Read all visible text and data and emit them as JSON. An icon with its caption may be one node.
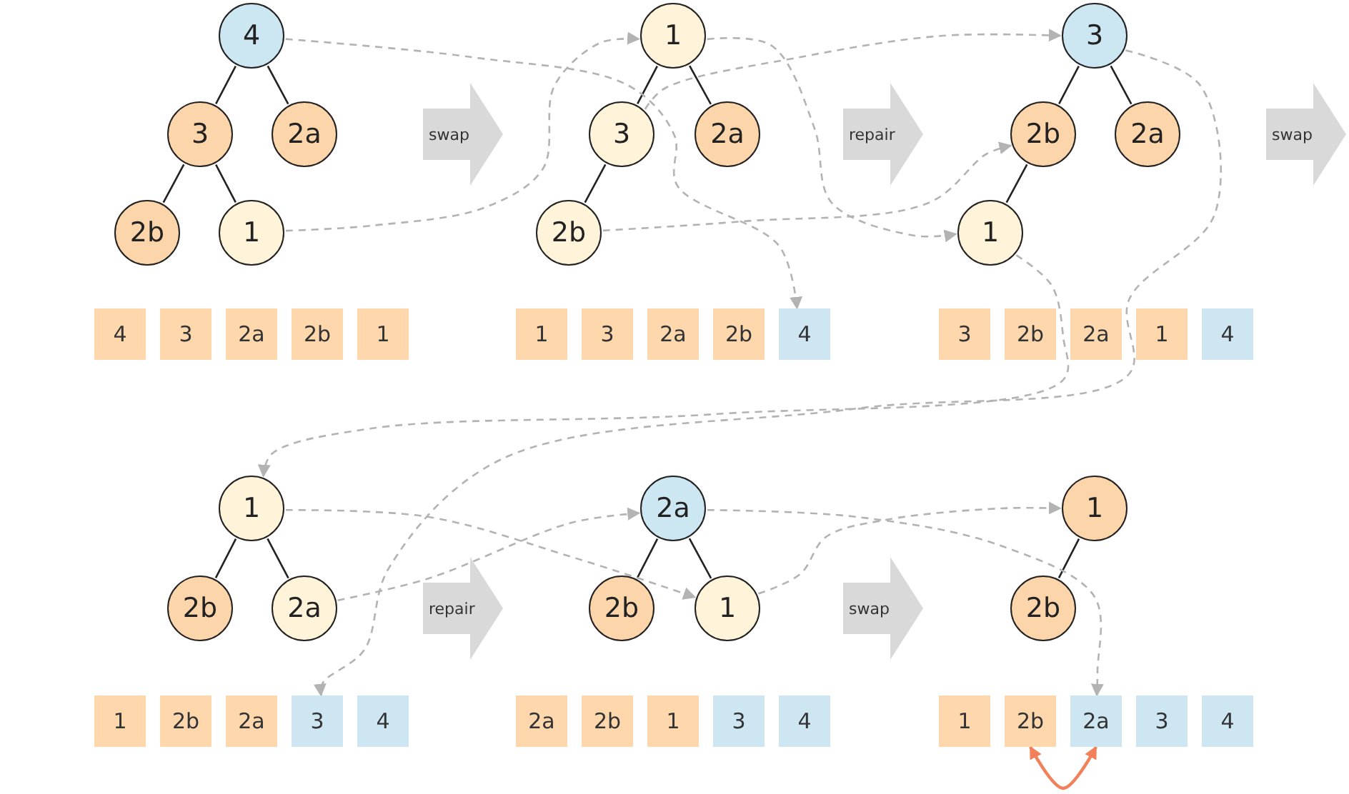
{
  "diagram": {
    "nodes": [
      {
        "text": [
          "4"
        ]
      },
      {
        "text": [
          "3"
        ]
      },
      {
        "text": [
          "2a"
        ]
      },
      {
        "text": [
          "2b"
        ]
      },
      {
        "text": [
          "1"
        ]
      },
      {
        "text": [
          "swap"
        ]
      },
      {
        "text": [
          "1"
        ]
      },
      {
        "text": [
          "3"
        ]
      },
      {
        "text": [
          "2a"
        ]
      },
      {
        "text": [
          "2b"
        ]
      },
      {
        "text": [
          "repair"
        ]
      },
      {
        "text": [
          "3"
        ]
      },
      {
        "text": [
          "2b"
        ]
      },
      {
        "text": [
          "2a"
        ]
      },
      {
        "text": [
          "1"
        ]
      },
      {
        "text": [
          "swap"
        ]
      },
      {
        "text": [
          "4"
        ]
      },
      {
        "text": [
          "3"
        ]
      },
      {
        "text": [
          "2a"
        ]
      },
      {
        "text": [
          "2b"
        ]
      },
      {
        "text": [
          "1"
        ]
      },
      {
        "text": [
          "1"
        ]
      },
      {
        "text": [
          "3"
        ]
      },
      {
        "text": [
          "2a"
        ]
      },
      {
        "text": [
          "2b"
        ]
      },
      {
        "text": [
          "4"
        ]
      },
      {
        "text": [
          "3"
        ]
      },
      {
        "text": [
          "2b"
        ]
      },
      {
        "text": [
          "2a"
        ]
      },
      {
        "text": [
          "1"
        ]
      },
      {
        "text": [
          "4"
        ]
      },
      {
        "text": [
          "1"
        ]
      },
      {
        "text": [
          "2b"
        ]
      },
      {
        "text": [
          "2a"
        ]
      },
      {
        "text": [
          "repair"
        ]
      },
      {
        "text": [
          "2a"
        ]
      },
      {
        "text": [
          "2b"
        ]
      },
      {
        "text": [
          "1"
        ]
      },
      {
        "text": [
          "swap"
        ]
      },
      {
        "text": [
          "1"
        ]
      },
      {
        "text": [
          "2b"
        ]
      },
      {
        "text": [
          "1"
        ]
      },
      {
        "text": [
          "2b"
        ]
      },
      {
        "text": [
          "2a"
        ]
      },
      {
        "text": [
          "3"
        ]
      },
      {
        "text": [
          "4"
        ]
      },
      {
        "text": [
          "2a"
        ]
      },
      {
        "text": [
          "2b"
        ]
      },
      {
        "text": [
          "1"
        ]
      },
      {
        "text": [
          "3"
        ]
      },
      {
        "text": [
          "4"
        ]
      },
      {
        "text": [
          "1"
        ]
      },
      {
        "text": [
          "2b"
        ]
      },
      {
        "text": [
          "2a"
        ]
      },
      {
        "text": [
          "3"
        ]
      },
      {
        "text": [
          "4"
        ]
      }
    ],
    "edges": [
      {
        "from": 0,
        "to": 1,
        "arrow": "none"
      },
      {
        "from": 0,
        "to": 2,
        "arrow": "none"
      },
      {
        "from": 1,
        "to": 3,
        "arrow": "none"
      },
      {
        "from": 1,
        "to": 4,
        "arrow": "none"
      },
      {
        "from": 6,
        "to": 7,
        "arrow": "none"
      },
      {
        "from": 6,
        "to": 8,
        "arrow": "none"
      },
      {
        "from": 7,
        "to": 9,
        "arrow": "none"
      },
      {
        "from": 11,
        "to": 12,
        "arrow": "none"
      },
      {
        "from": 11,
        "to": 13,
        "arrow": "none"
      },
      {
        "from": 12,
        "to": 14,
        "arrow": "none"
      },
      {
        "from": 31,
        "to": 32,
        "arrow": "none"
      },
      {
        "from": 31,
        "to": 33,
        "arrow": "none"
      },
      {
        "from": 35,
        "to": 36,
        "arrow": "none"
      },
      {
        "from": 35,
        "to": 37,
        "arrow": "none"
      },
      {
        "from": 39,
        "to": 40,
        "arrow": "none"
      },
      {
        "from": 0,
        "to": 25,
        "arrow": "to",
        "style": "dashed",
        "color": "#b3b3b3"
      },
      {
        "from": 4,
        "to": 6,
        "arrow": "to",
        "style": "dashed",
        "color": "#b3b3b3"
      },
      {
        "from": 6,
        "to": 14,
        "arrow": "to",
        "style": "dashed",
        "color": "#b3b3b3"
      },
      {
        "from": 7,
        "to": 11,
        "arrow": "to",
        "style": "dashed",
        "color": "#b3b3b3"
      },
      {
        "from": 9,
        "to": 12,
        "arrow": "to",
        "style": "dashed",
        "color": "#b3b3b3"
      },
      {
        "from": 11,
        "to": 44,
        "arrow": "to",
        "style": "dashed",
        "color": "#b3b3b3"
      },
      {
        "from": 14,
        "to": 31,
        "arrow": "to",
        "style": "dashed",
        "color": "#b3b3b3"
      },
      {
        "from": 31,
        "to": 37,
        "arrow": "to",
        "style": "dashed",
        "color": "#b3b3b3"
      },
      {
        "from": 33,
        "to": 35,
        "arrow": "to",
        "style": "dashed",
        "color": "#b3b3b3"
      },
      {
        "from": 35,
        "to": 53,
        "arrow": "to",
        "style": "dashed",
        "color": "#b3b3b3"
      },
      {
        "from": 37,
        "to": 39,
        "arrow": "to",
        "style": "dashed",
        "color": "#b3b3b3"
      },
      {
        "from": 52,
        "to": 53,
        "arrow": "both",
        "color": "#f4805a"
      }
    ]
  }
}
